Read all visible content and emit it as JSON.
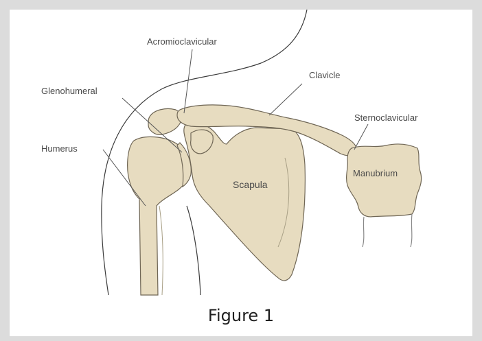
{
  "labels": {
    "acromioclavicular": "Acromioclavicular",
    "clavicle": "Clavicle",
    "glenohumeral": "Glenohumeral",
    "sternoclavicular": "Sternoclavicular",
    "humerus": "Humerus",
    "scapula": "Scapula",
    "manubrium": "Manubrium"
  },
  "caption": "Figure 1",
  "colors": {
    "bone": "#e7dcc0",
    "background": "#dcdcdc",
    "panel": "#ffffff"
  }
}
